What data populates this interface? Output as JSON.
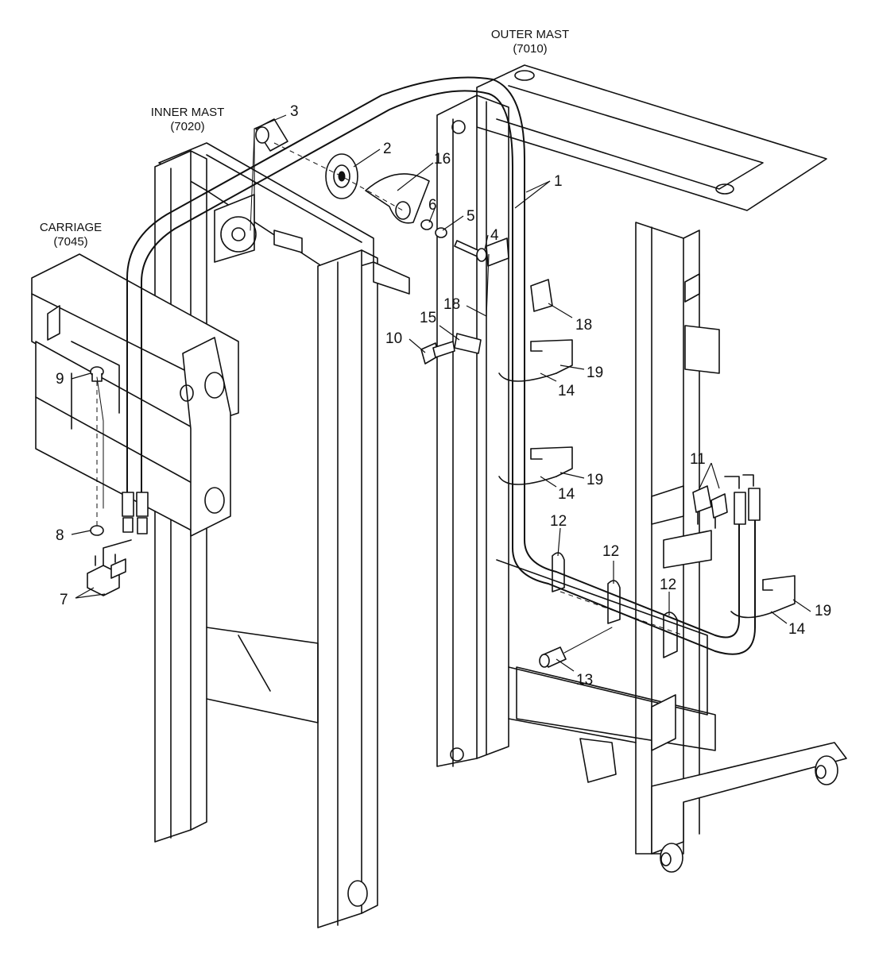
{
  "assembly_labels": {
    "outer_mast": {
      "name": "OUTER MAST",
      "code": "(7010)"
    },
    "inner_mast": {
      "name": "INNER MAST",
      "code": "(7020)"
    },
    "carriage": {
      "name": "CARRIAGE",
      "code": "(7045)"
    }
  },
  "callouts": {
    "c1": "1",
    "c2": "2",
    "c3": "3",
    "c4": "4",
    "c5": "5",
    "c6": "6",
    "c7": "7",
    "c8": "8",
    "c9": "9",
    "c10": "10",
    "c11": "11",
    "c12a": "12",
    "c12b": "12",
    "c12c": "12",
    "c13": "13",
    "c14a": "14",
    "c14b": "14",
    "c14c": "14",
    "c15": "15",
    "c16": "16",
    "c18a": "18",
    "c18b": "18",
    "c19a": "19",
    "c19b": "19",
    "c19c": "19"
  }
}
